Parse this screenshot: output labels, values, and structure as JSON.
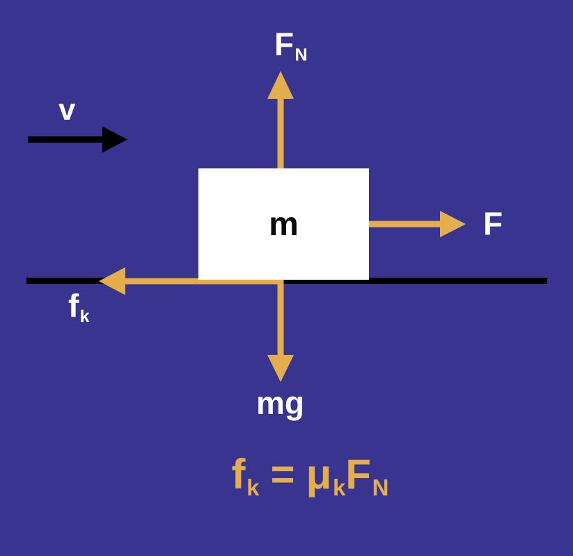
{
  "colors": {
    "background": "#38348f",
    "arrow_gold": "#e5ae4d",
    "line_black": "#000000",
    "block_white": "#ffffff",
    "formula_gold": "#e5ae4d"
  },
  "labels": {
    "velocity": "v",
    "mass": "m",
    "applied_force": "F",
    "weight": "mg",
    "normal_force": {
      "main": "F",
      "sub": "N"
    },
    "friction": {
      "main": "f",
      "sub": "k"
    }
  },
  "formula": {
    "lhs_main": "f",
    "lhs_sub": "k",
    "equals": "=",
    "mu": "μ",
    "mu_sub": "k",
    "rhs_main": "F",
    "rhs_sub": "N"
  }
}
